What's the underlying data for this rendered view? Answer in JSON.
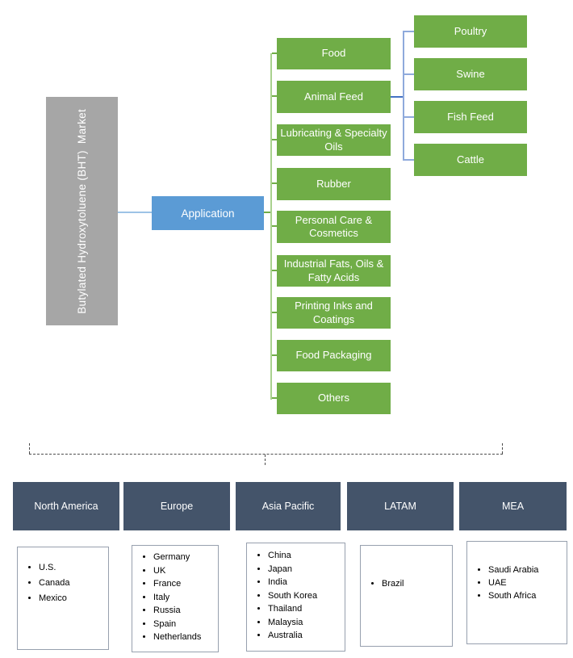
{
  "diagram_title": "Butylated Hydroxytoluene (BHT)  Market",
  "application": {
    "label": "Application",
    "segments": [
      "Food",
      "Animal Feed",
      "Lubricating & Specialty Oils",
      "Rubber",
      "Personal Care & Cosmetics",
      "Industrial Fats, Oils & Fatty Acids",
      "Printing Inks and Coatings",
      "Food Packaging",
      "Others"
    ],
    "animal_feed_sub_segments": [
      "Poultry",
      "Swine",
      "Fish Feed",
      "Cattle"
    ]
  },
  "regions": [
    {
      "label": "North America",
      "countries": [
        "U.S.",
        "Canada",
        "Mexico"
      ]
    },
    {
      "label": "Europe",
      "countries": [
        "Germany",
        "UK",
        "France",
        "Italy",
        "Russia",
        "Spain",
        "Netherlands"
      ]
    },
    {
      "label": "Asia Pacific",
      "countries": [
        "China",
        "Japan",
        "India",
        "South Korea",
        "Thailand",
        "Malaysia",
        "Australia"
      ]
    },
    {
      "label": "LATAM",
      "countries": [
        "Brazil"
      ]
    },
    {
      "label": "MEA",
      "countries": [
        "Saudi Arabia",
        "UAE",
        "South Africa"
      ]
    }
  ],
  "colors": {
    "segment_green": "#70ad47",
    "application_blue": "#5b9bd5",
    "root_gray": "#a6a6a6",
    "region_header_slate": "#44546a",
    "bracket_green_light": "#a9d18e",
    "bracket_green": "#70ad47",
    "bracket_blue_light": "#8faadc",
    "bracket_blue": "#4472c4",
    "root_connector_blue": "#9dc3e6",
    "brace_dash_gray": "#4d4d4d",
    "list_border_gray": "#97a0ae"
  }
}
